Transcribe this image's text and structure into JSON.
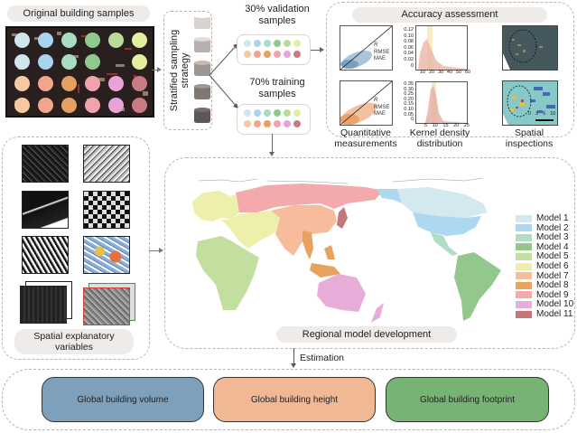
{
  "original_samples": {
    "title": "Original building samples",
    "circle_colors": [
      [
        "#cfe6ec",
        "#a9d4ee",
        "#a9dcc0",
        "#8fc98b",
        "#b9dd98",
        "#e3ef9f"
      ],
      [
        "#cfe6ec",
        "#a9d4ee",
        "#a9dcc0",
        "#8fc98b",
        null,
        "#e3ef9f"
      ],
      [
        "#f7c9a2",
        "#f2a58e",
        "#e3a062",
        "#f0a2ad",
        "#e9a3d6",
        "#c97a84"
      ],
      [
        "#f7c9a2",
        "#f2a58e",
        "#e3a062",
        "#f0a2ad",
        "#e9a3d6",
        "#c97a84"
      ]
    ]
  },
  "sampling": {
    "strategy_label": "Stratified sampling strategy",
    "cylinder_colors": [
      "#d9d3d0",
      "#b7b0ac",
      "#9d9591",
      "#7f7774",
      "#5e5755"
    ],
    "validation_label": "30% validation samples",
    "training_label": "70% training samples",
    "dot_rows": [
      [
        "#cfe6ec",
        "#a9d4ee",
        "#a9dcc0",
        "#8fc98b",
        "#b9dd98",
        "#e3ef9f"
      ],
      [
        "#f7c9a2",
        "#f2a58e",
        "#e3a062",
        "#f0a2ad",
        "#e9a3d6",
        "#c97a84"
      ]
    ]
  },
  "accuracy": {
    "title": "Accuracy assessment",
    "metrics": [
      "R",
      "RMSE",
      "MAE"
    ],
    "kde_top": {
      "yticks": [
        "0.12",
        "0.10",
        "0.08",
        "0.06",
        "0.04",
        "0.02",
        "0"
      ],
      "xticks": [
        "10",
        "20",
        "30",
        "40",
        "50",
        "60"
      ]
    },
    "kde_bottom": {
      "yticks": [
        "0.35",
        "0.30",
        "0.25",
        "0.20",
        "0.15",
        "0.10",
        "0.05",
        "0"
      ],
      "xticks": [
        "5",
        "10",
        "15",
        "20",
        "25"
      ]
    },
    "scale_labels": [
      "0",
      "3",
      "6",
      "10"
    ],
    "captions": {
      "quantitative": "Quantitative measurements",
      "kernel": "Kernel density distribution",
      "spatial": "Spatial inspections"
    }
  },
  "explanatory": {
    "title": "Spatial explanatory variables"
  },
  "regional": {
    "title": "Regional model development",
    "legend": [
      {
        "label": "Model 1",
        "color": "#d3e9ef"
      },
      {
        "label": "Model 2",
        "color": "#aed8ef"
      },
      {
        "label": "Model 3",
        "color": "#b2dcc4"
      },
      {
        "label": "Model 4",
        "color": "#93c88c"
      },
      {
        "label": "Model 5",
        "color": "#c3df9f"
      },
      {
        "label": "Model 6",
        "color": "#eeefaa"
      },
      {
        "label": "Model 7",
        "color": "#f6bc9b"
      },
      {
        "label": "Model 8",
        "color": "#e6a35e"
      },
      {
        "label": "Model 9",
        "color": "#f4a9ac"
      },
      {
        "label": "Model 10",
        "color": "#e8acd8"
      },
      {
        "label": "Model 11",
        "color": "#c57679"
      }
    ]
  },
  "estimation": {
    "label": "Estimation",
    "outputs": [
      {
        "label": "Global building volume",
        "color": "#7fa0ba"
      },
      {
        "label": "Global building height",
        "color": "#f0b894"
      },
      {
        "label": "Global building footprint",
        "color": "#76b374"
      }
    ]
  }
}
